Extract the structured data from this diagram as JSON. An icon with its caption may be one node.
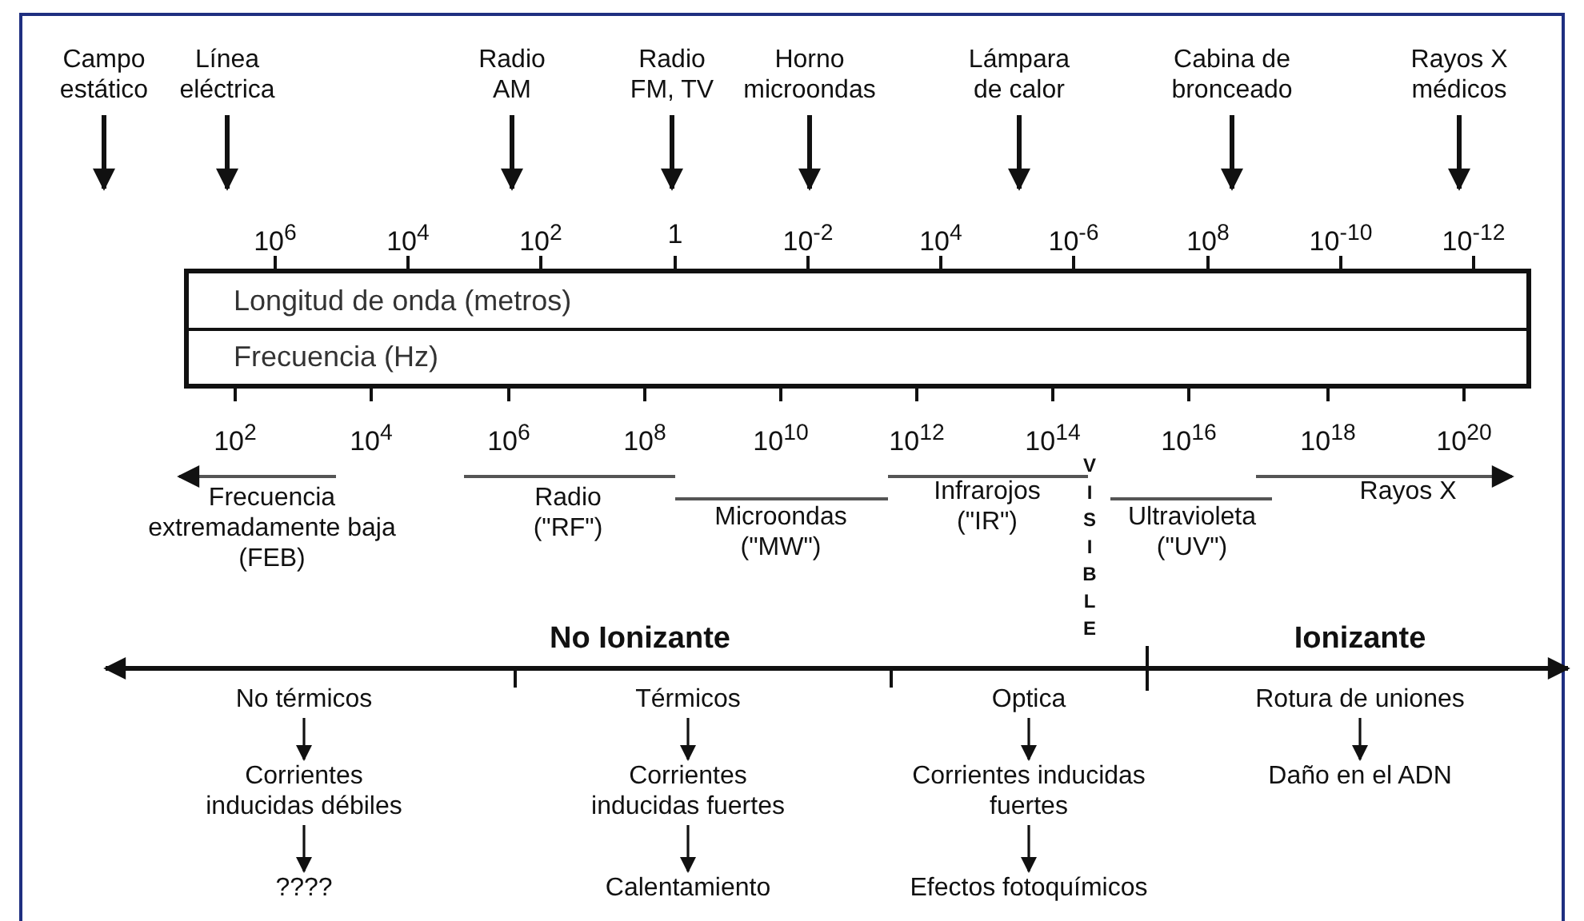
{
  "diagram": {
    "nodes": [
      {
        "text": [
          "Campo estático"
        ]
      },
      {
        "text": [
          "Línea eléctrica"
        ]
      },
      {
        "text": [
          "Radio AM"
        ]
      },
      {
        "text": [
          "Radio FM, TV"
        ]
      },
      {
        "text": [
          "Horno microondas"
        ]
      },
      {
        "text": [
          "Lámpara de calor"
        ]
      },
      {
        "text": [
          "Cabina de bronceado"
        ]
      },
      {
        "text": [
          "Rayos X médicos"
        ]
      },
      {
        "text": [
          "Longitud de onda (metros)",
          "Frecuencia (Hz)"
        ]
      },
      {
        "text": [
          "No térmicos"
        ]
      },
      {
        "text": [
          "Térmicos"
        ]
      },
      {
        "text": [
          "Optica"
        ]
      },
      {
        "text": [
          "Rotura de uniones"
        ]
      },
      {
        "text": [
          "Corrientes inducidas débiles"
        ]
      },
      {
        "text": [
          "Corrientes inducidas fuertes"
        ]
      },
      {
        "text": [
          "Corrientes inducidas fuertes"
        ]
      },
      {
        "text": [
          "Daño en el ADN"
        ]
      },
      {
        "text": [
          "????"
        ]
      },
      {
        "text": [
          "Calentamiento"
        ]
      },
      {
        "text": [
          "Efectos fotoquímicos"
        ]
      }
    ],
    "edges": [
      {
        "from": 0,
        "to": null,
        "arrow": "to"
      },
      {
        "from": 1,
        "to": null,
        "arrow": "to"
      },
      {
        "from": 2,
        "to": null,
        "arrow": "to"
      },
      {
        "from": 3,
        "to": null,
        "arrow": "to"
      },
      {
        "from": 4,
        "to": null,
        "arrow": "to"
      },
      {
        "from": 5,
        "to": null,
        "arrow": "to"
      },
      {
        "from": 6,
        "to": null,
        "arrow": "to"
      },
      {
        "from": 7,
        "to": null,
        "arrow": "to"
      },
      {
        "from": 9,
        "to": 13,
        "arrow": "to"
      },
      {
        "from": 10,
        "to": 14,
        "arrow": "to"
      },
      {
        "from": 11,
        "to": 15,
        "arrow": "to"
      },
      {
        "from": 12,
        "to": 16,
        "arrow": "to"
      },
      {
        "from": 13,
        "to": 17,
        "arrow": "to"
      },
      {
        "from": 14,
        "to": 18,
        "arrow": "to"
      },
      {
        "from": 15,
        "to": 19,
        "arrow": "to"
      }
    ],
    "labels": [
      "10$^{6}$",
      "10$^{4}$",
      "10$^{2}$",
      "1",
      "10$^{-2}$",
      "10$^{4}$",
      "10$^{-6}$",
      "10$^{8}$",
      "10$^{-10}$",
      "10$^{-12}$",
      "10$^{2}$",
      "10$^{4}$",
      "10$^{6}$",
      "10$^{8}$",
      "10$^{10}$",
      "10$^{12}$",
      "10$^{14}$",
      "10$^{16}$",
      "10$^{18}$",
      "10$^{20}$",
      "Frecuencia extremadamente baja (FEB)",
      "Radio (\"RF\")",
      "Microondas (\"MW\")",
      "Infrarojos (\"IR\")",
      "VISIBLE",
      "Ultravioleta (\"UV\")",
      "Rayos X",
      "No Ionizante",
      "Ionizante"
    ]
  }
}
